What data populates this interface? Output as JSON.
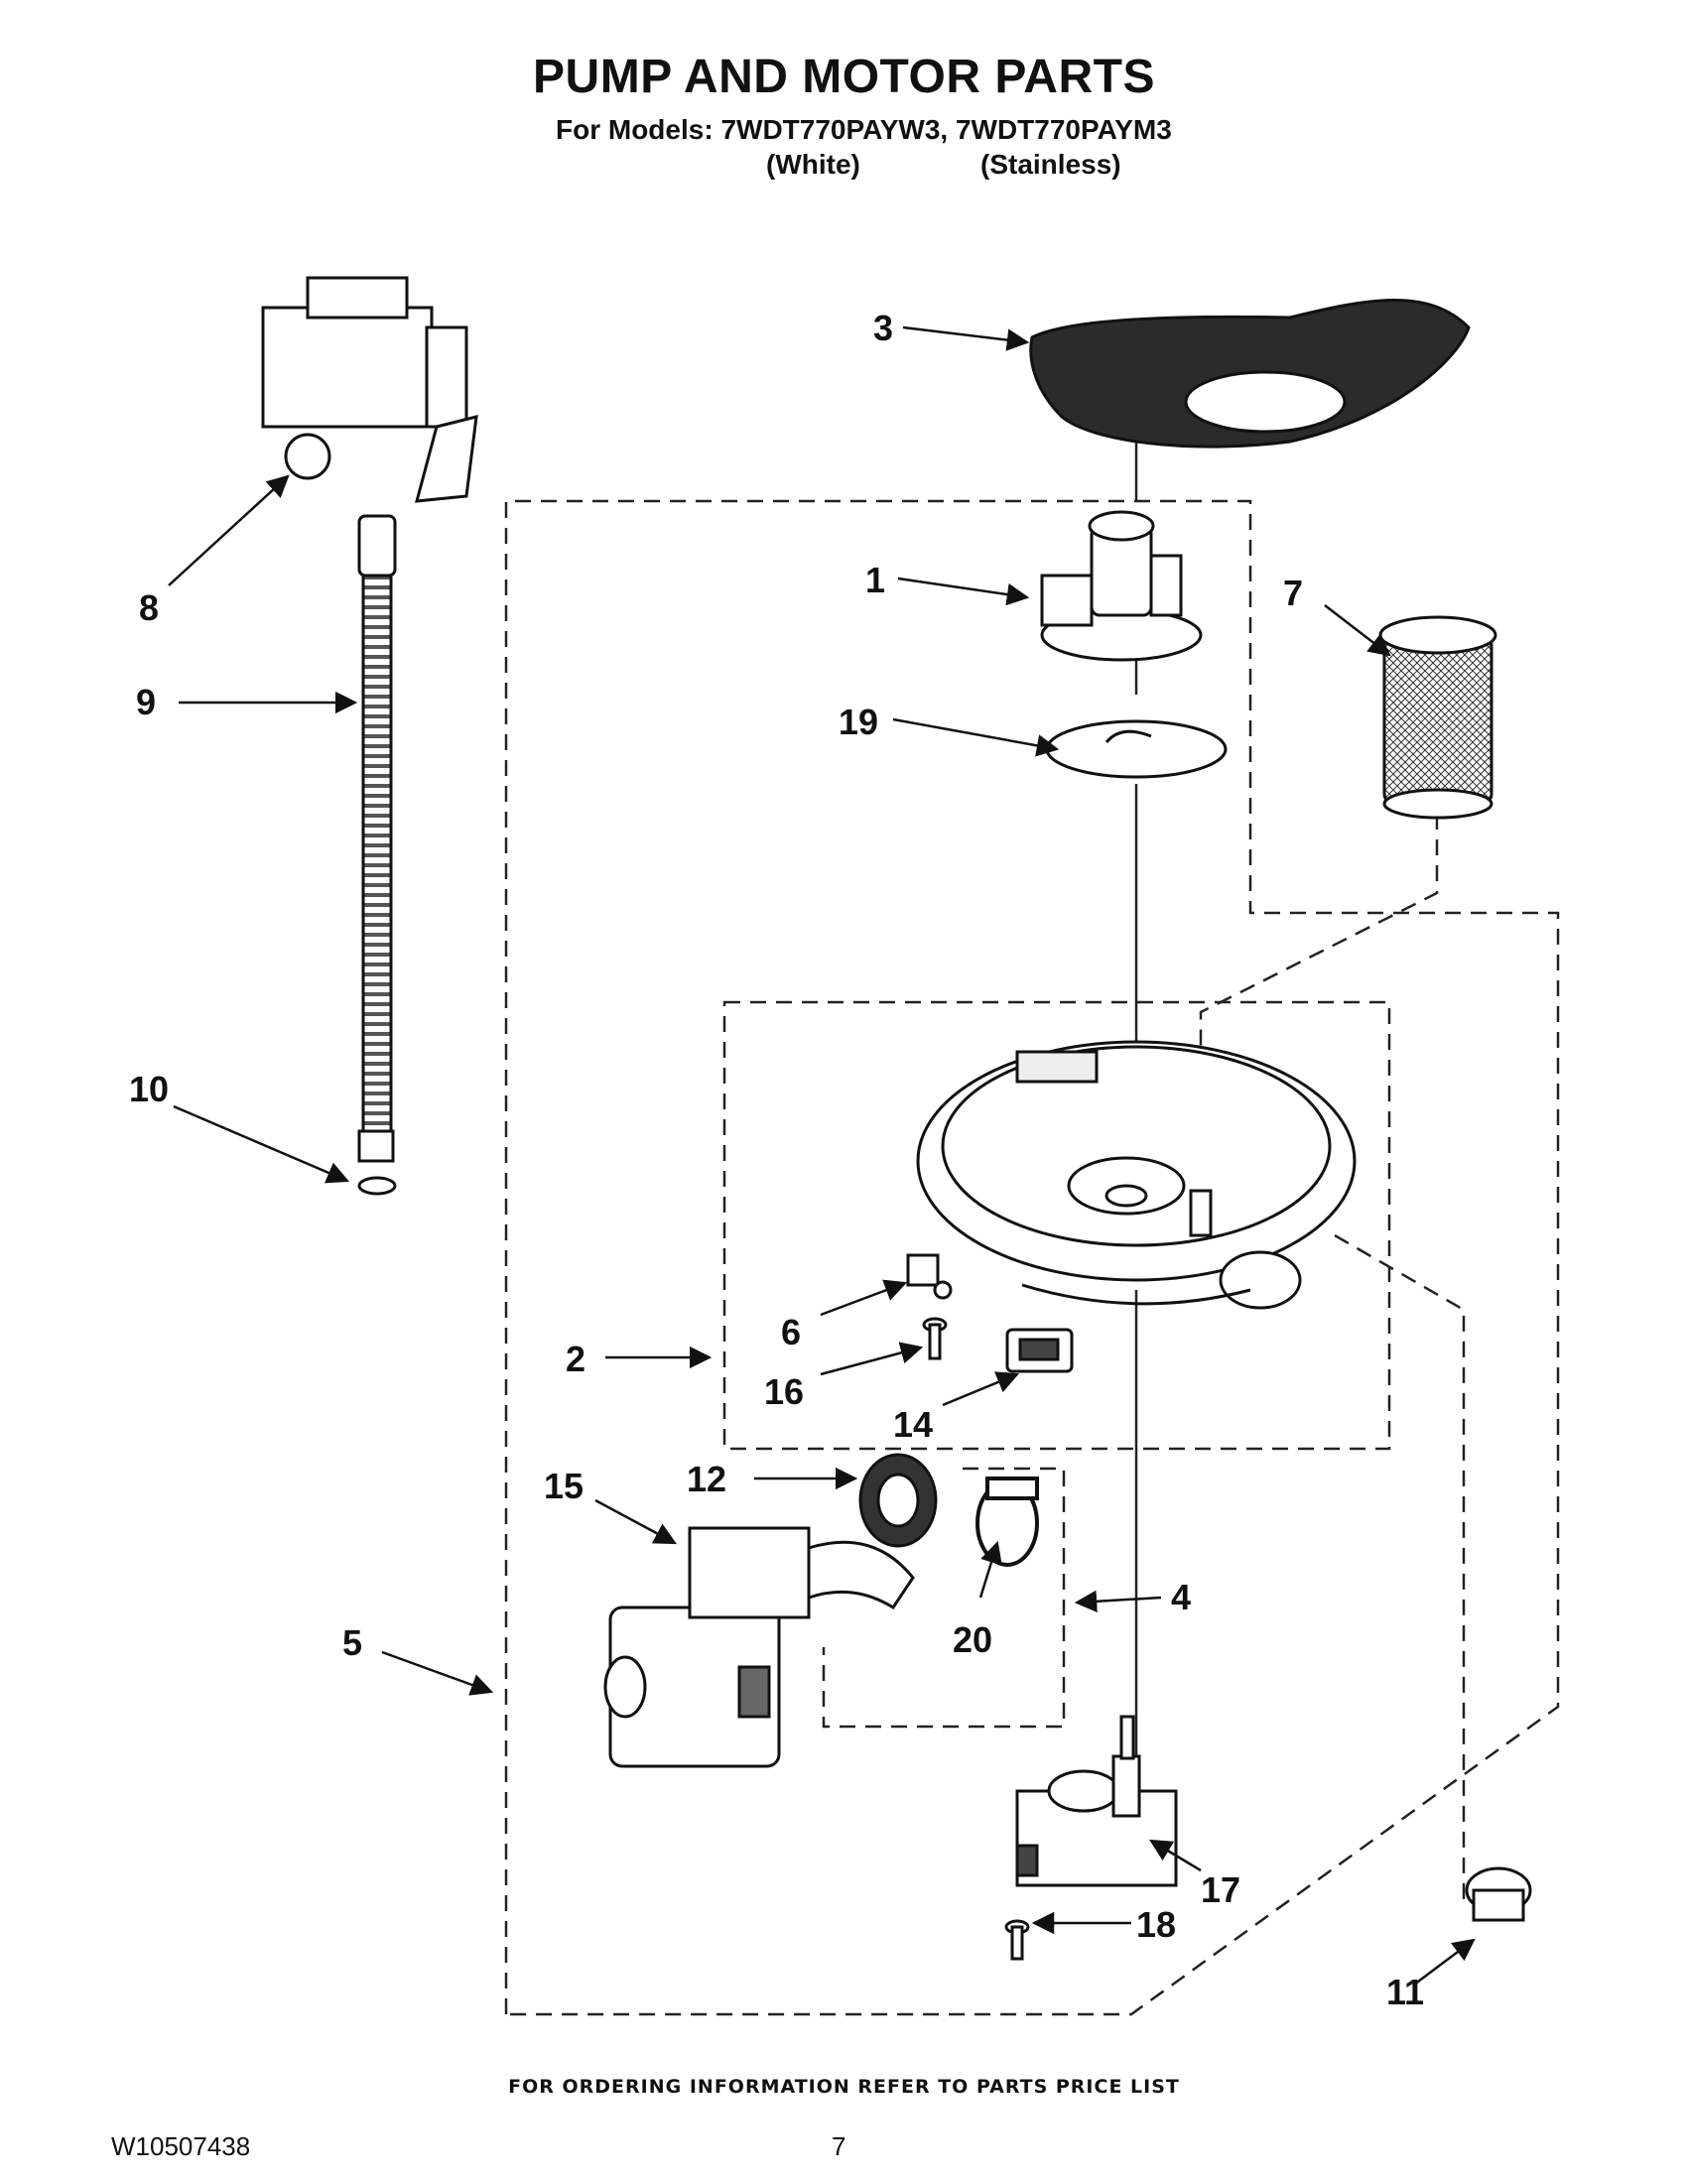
{
  "header": {
    "title": "PUMP AND MOTOR PARTS",
    "models_line": "For Models: 7WDT770PAYW3, 7WDT770PAYM3",
    "variants": [
      "(White)",
      "(Stainless)"
    ]
  },
  "callouts": [
    "1",
    "2",
    "3",
    "4",
    "5",
    "6",
    "7",
    "8",
    "9",
    "10",
    "11",
    "12",
    "14",
    "15",
    "16",
    "17",
    "18",
    "19",
    "20"
  ],
  "footer": {
    "ordering_note": "FOR ORDERING INFORMATION REFER TO PARTS PRICE LIST",
    "document_number": "W10507438",
    "page_number": "7"
  }
}
